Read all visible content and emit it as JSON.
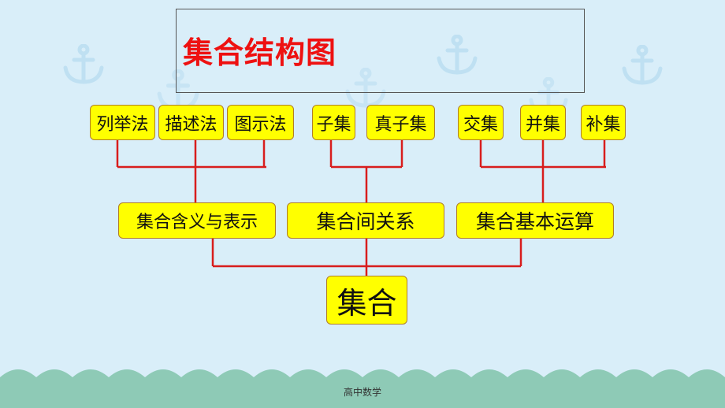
{
  "title": "集合结构图",
  "nodes": {
    "root": "集合",
    "level2": [
      "集合含义与表示",
      "集合间关系",
      "集合基本运算"
    ],
    "representation": [
      "列举法",
      "描述法",
      "图示法"
    ],
    "relations": [
      "子集",
      "真子集"
    ],
    "operations": [
      "交集",
      "并集",
      "补集"
    ]
  },
  "footer": "高中数学",
  "colors": {
    "background": "#d9eef9",
    "box_fill": "#ffff00",
    "connector": "#d81d1d",
    "title": "#ee1111",
    "waves": "#8ecab6"
  }
}
